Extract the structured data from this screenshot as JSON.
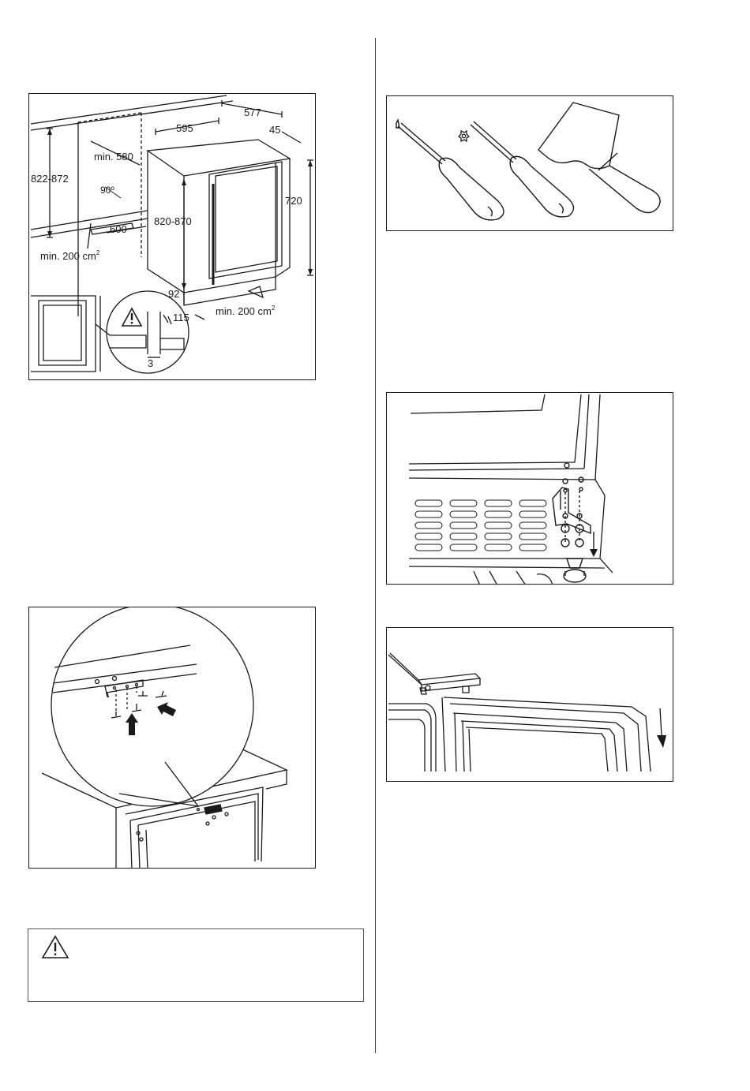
{
  "dims": {
    "d577": "577",
    "d45": "45",
    "d595": "595",
    "min580": "min. 580",
    "d822_872": "822-872",
    "deg90": "90º",
    "d720": "720",
    "d820_870": "820-870",
    "d600": "600",
    "vent_left": "min. 200 cm",
    "vent_right": "min. 200 cm",
    "sup2": "2",
    "d92": "92",
    "d115": "115",
    "d3": "3"
  },
  "icons": {
    "warning": "warning-triangle-icon",
    "torx": "torx-star-icon"
  }
}
